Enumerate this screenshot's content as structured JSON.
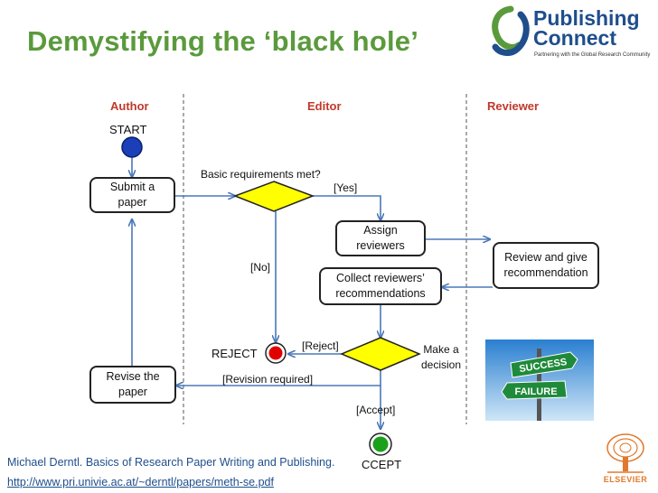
{
  "title": "Demystifying the ‘black hole’",
  "logo": {
    "line1": "Publishing",
    "line2": "Connect",
    "tagline": "Partnering with the Global Research Community"
  },
  "lanes": [
    "Author",
    "Editor",
    "Reviewer"
  ],
  "nodes": {
    "start": "START",
    "submit": "Submit a paper",
    "basic_check": "Basic requirements met?",
    "yes": "[Yes]",
    "no": "[No]",
    "assign": "Assign reviewers",
    "review": "Review and give recommendation",
    "collect": "Collect reviewers’ recommendations",
    "reject_guard": "[Reject]",
    "decision": "Make a decision",
    "reject": "REJECT",
    "revision_guard": "[Revision required]",
    "revise": "Revise the paper",
    "accept_guard": "[Accept]",
    "accept": "CCEPT"
  },
  "signs": {
    "success": "SUCCESS",
    "failure": "FAILURE"
  },
  "publisher": "ELSEVIER",
  "credit": "Michael Derntl. Basics of Research Paper Writing and Publishing.",
  "credit_url": "http://www.pri.univie.ac.at/~derntl/papers/meth-se.pdf",
  "colors": {
    "title": "#5a9a3c",
    "lane_header": "#c0392b",
    "arrow": "#4a78b8",
    "diamond": "#ffff00",
    "start_node": "#1a3fb8",
    "reject_node": "#e00000",
    "accept_node": "#1aa01a",
    "credit": "#1f4e8c"
  }
}
